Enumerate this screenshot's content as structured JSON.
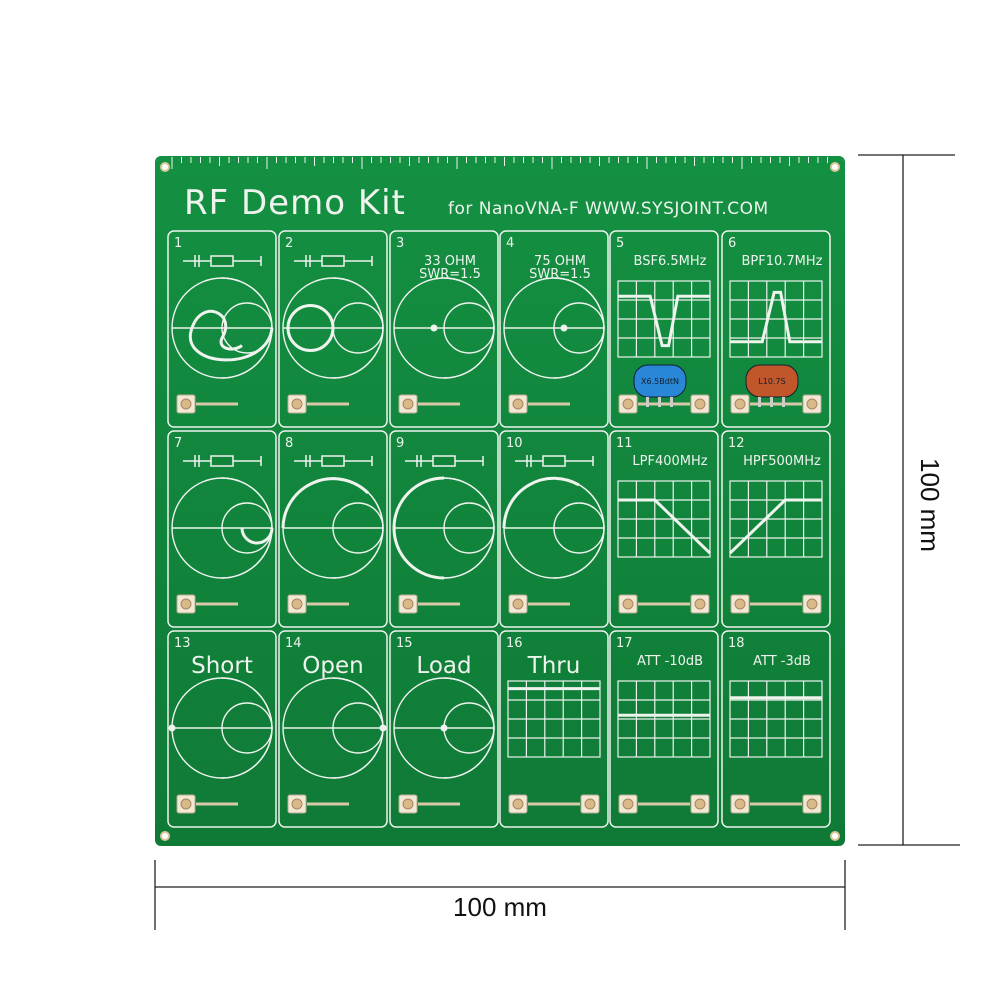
{
  "image": {
    "board_title": "RF Demo Kit",
    "board_subtitle": "for NanoVNA-F  WWW.SYSJOINT.COM",
    "dimension_width": "100 mm",
    "dimension_height": "100 mm"
  },
  "colors": {
    "pcb": "#12843a",
    "silkscreen": "#eef3ee",
    "pad": "#d9b98a"
  },
  "cells": [
    {
      "num": "1",
      "label": "",
      "label2": "",
      "kind": "smith",
      "variant": "loop-left",
      "icon": "resistor-inductor-schematic-icon"
    },
    {
      "num": "2",
      "label": "",
      "label2": "",
      "kind": "smith",
      "variant": "loop-double",
      "icon": "rlc-schematic-icon"
    },
    {
      "num": "3",
      "label": "33 OHM",
      "label2": "SWR=1.5",
      "kind": "smith",
      "variant": "dot-left",
      "icon": ""
    },
    {
      "num": "4",
      "label": "75 OHM",
      "label2": "SWR=1.5",
      "kind": "smith",
      "variant": "dot-right",
      "icon": ""
    },
    {
      "num": "5",
      "label": "BSF6.5MHz",
      "label2": "",
      "kind": "grid",
      "variant": "notch",
      "icon": "",
      "part": "X6.5BdtN"
    },
    {
      "num": "6",
      "label": "BPF10.7MHz",
      "label2": "",
      "kind": "grid",
      "variant": "peak",
      "icon": "",
      "part": "L10.7S"
    },
    {
      "num": "7",
      "label": "",
      "label2": "",
      "kind": "smith",
      "variant": "arc-small",
      "icon": "capacitor-resistor-schematic-icon"
    },
    {
      "num": "8",
      "label": "",
      "label2": "",
      "kind": "smith",
      "variant": "arc-top",
      "icon": "capacitor-inductor-schematic-icon"
    },
    {
      "num": "9",
      "label": "",
      "label2": "",
      "kind": "smith",
      "variant": "arc-left",
      "icon": "capacitor-schematic-icon"
    },
    {
      "num": "10",
      "label": "",
      "label2": "",
      "kind": "smith",
      "variant": "arc-top-right",
      "icon": "inductor-schematic-icon"
    },
    {
      "num": "11",
      "label": "LPF400MHz",
      "label2": "",
      "kind": "grid",
      "variant": "lowpass",
      "icon": ""
    },
    {
      "num": "12",
      "label": "HPF500MHz",
      "label2": "",
      "kind": "grid",
      "variant": "highpass",
      "icon": ""
    },
    {
      "num": "13",
      "label": "Short",
      "label2": "",
      "kind": "smith",
      "variant": "short",
      "icon": ""
    },
    {
      "num": "14",
      "label": "Open",
      "label2": "",
      "kind": "smith",
      "variant": "open",
      "icon": ""
    },
    {
      "num": "15",
      "label": "Load",
      "label2": "",
      "kind": "smith",
      "variant": "load",
      "icon": ""
    },
    {
      "num": "16",
      "label": "Thru",
      "label2": "",
      "kind": "grid",
      "variant": "thru",
      "icon": ""
    },
    {
      "num": "17",
      "label": "ATT -10dB",
      "label2": "",
      "kind": "grid",
      "variant": "att10",
      "icon": ""
    },
    {
      "num": "18",
      "label": "ATT -3dB",
      "label2": "",
      "kind": "grid",
      "variant": "att3",
      "icon": ""
    }
  ]
}
